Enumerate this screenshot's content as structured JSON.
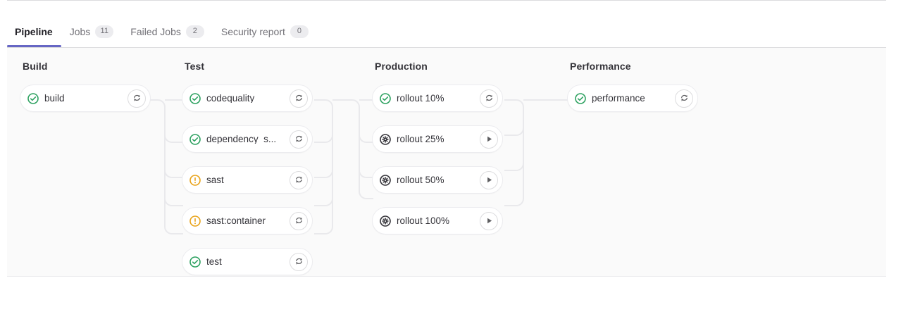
{
  "tabs": [
    {
      "label": "Pipeline",
      "badge": null,
      "active": true,
      "name": "tab-pipeline"
    },
    {
      "label": "Jobs",
      "badge": "11",
      "active": false,
      "name": "tab-jobs"
    },
    {
      "label": "Failed Jobs",
      "badge": "2",
      "active": false,
      "name": "tab-failed-jobs"
    },
    {
      "label": "Security report",
      "badge": "0",
      "active": false,
      "name": "tab-security-report"
    }
  ],
  "colors": {
    "success": "#2da160",
    "warning": "#e9a319",
    "manual": "#333238",
    "accent": "#6666c4",
    "panel_bg": "#fafafa",
    "border": "#ececef",
    "connector": "#e9e9ec"
  },
  "pipeline": {
    "stages": [
      {
        "title": "Build",
        "jobs": [
          {
            "name": "build",
            "status": "success",
            "action": "retry"
          }
        ]
      },
      {
        "title": "Test",
        "jobs": [
          {
            "name": "codequality",
            "status": "success",
            "action": "retry"
          },
          {
            "name": "dependency_s...",
            "status": "success",
            "action": "retry"
          },
          {
            "name": "sast",
            "status": "warning",
            "action": "retry"
          },
          {
            "name": "sast:container",
            "status": "warning",
            "action": "retry"
          },
          {
            "name": "test",
            "status": "success",
            "action": "retry"
          }
        ]
      },
      {
        "title": "Production",
        "jobs": [
          {
            "name": "rollout 10%",
            "status": "success",
            "action": "retry"
          },
          {
            "name": "rollout 25%",
            "status": "manual",
            "action": "play"
          },
          {
            "name": "rollout 50%",
            "status": "manual",
            "action": "play"
          },
          {
            "name": "rollout 100%",
            "status": "manual",
            "action": "play"
          }
        ]
      },
      {
        "title": "Performance",
        "jobs": [
          {
            "name": "performance",
            "status": "success",
            "action": "retry"
          }
        ]
      }
    ]
  }
}
